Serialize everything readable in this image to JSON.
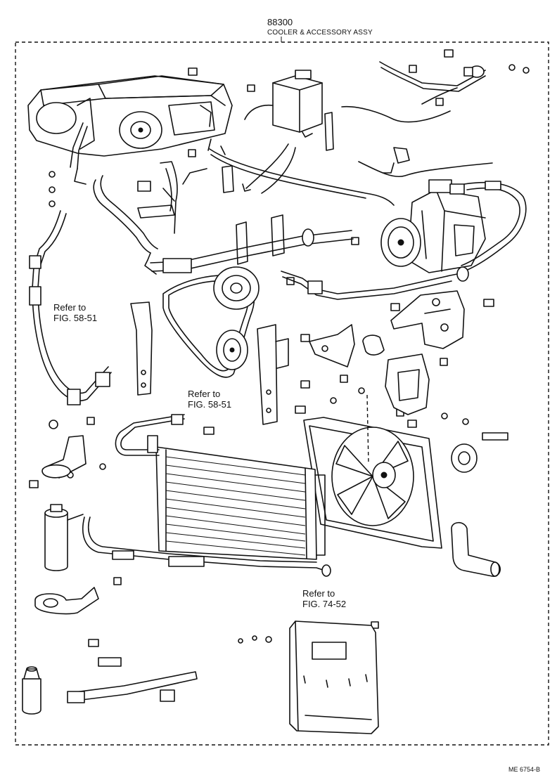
{
  "header": {
    "part_number": "88300",
    "assembly_name": "COOLER & ACCESSORY ASSY"
  },
  "references": [
    {
      "line1": "Refer to",
      "line2": "FIG. 58-51"
    },
    {
      "line1": "Refer to",
      "line2": "FIG. 58-51"
    },
    {
      "line1": "Refer to",
      "line2": "FIG. 74-52"
    }
  ],
  "footer": {
    "drawing_code": "ME 6754-B"
  }
}
